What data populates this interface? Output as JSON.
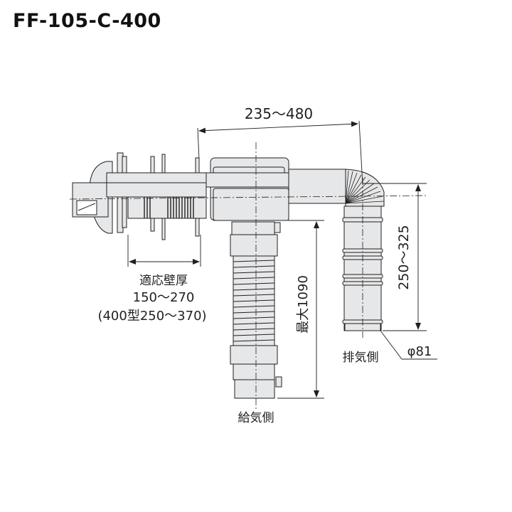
{
  "title": "FF-105-C-400",
  "dimensions": {
    "overall_length": "235～480",
    "wall_thickness_label": "適応壁厚",
    "wall_thickness_range": "150～270",
    "wall_thickness_400": "(400型250～370)",
    "exhaust_drop": "250～325",
    "supply_max": "最大1090",
    "exhaust_diameter": "φ81"
  },
  "labels": {
    "exhaust_side": "排気側",
    "supply_side": "給気側"
  },
  "colors": {
    "pipe_fill": "#e6e7e8",
    "line": "#231f20",
    "background": "#ffffff"
  }
}
